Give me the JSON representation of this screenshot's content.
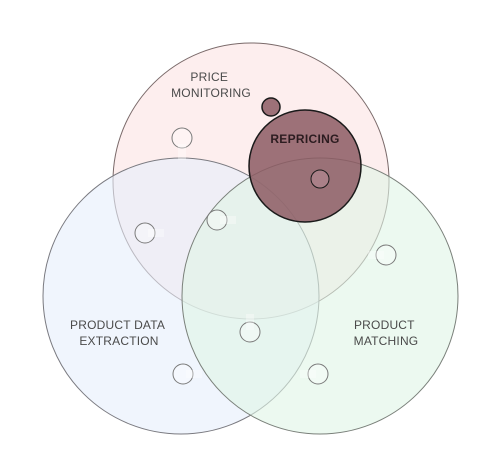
{
  "diagram": {
    "type": "venn-puzzle",
    "circles": [
      {
        "id": "price-monitoring",
        "label_lines": [
          "PRICE",
          "MONITORING"
        ],
        "fill": "#fbe3e3",
        "stroke": "#7a6a6a"
      },
      {
        "id": "product-data-extraction",
        "label_lines": [
          "PRODUCT DATA",
          "EXTRACTION"
        ],
        "fill": "#e6eefb",
        "stroke": "#7a7a80"
      },
      {
        "id": "product-matching",
        "label_lines": [
          "PRODUCT",
          "MATCHING"
        ],
        "fill": "#e0f5e6",
        "stroke": "#7a807a"
      }
    ],
    "center": {
      "label": "REPRICING",
      "fill": "#8c5a63",
      "stroke": "#1a1a1a"
    },
    "connector_fill": "#ffffff"
  }
}
